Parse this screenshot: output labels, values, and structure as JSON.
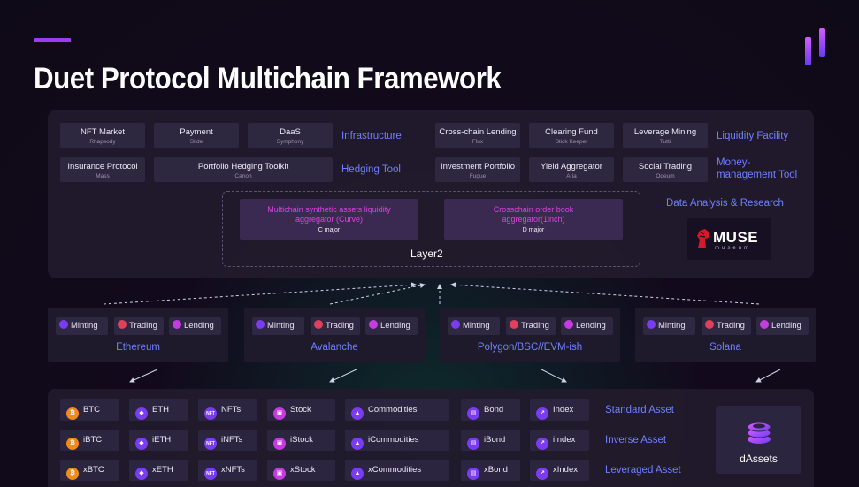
{
  "title": "Duet Protocol Multichain Framework",
  "infrastructure": {
    "label": "Infrastructure",
    "items": [
      {
        "name": "NFT Market",
        "sub": "Rhapsody"
      },
      {
        "name": "Payment",
        "sub": "Slide"
      },
      {
        "name": "DaaS",
        "sub": "Symphony"
      }
    ]
  },
  "hedging": {
    "label": "Hedging Tool",
    "items": [
      {
        "name": "Insurance Protocol",
        "sub": "Mass"
      },
      {
        "name": "Portfolio Hedging Toolkit",
        "sub": "Canon"
      }
    ]
  },
  "liquidity": {
    "label": "Liquidity Facility",
    "items": [
      {
        "name": "Cross-chain Lending",
        "sub": "Flux"
      },
      {
        "name": "Clearing Fund",
        "sub": "Stick Keeper"
      },
      {
        "name": "Leverage Mining",
        "sub": "Tutti"
      }
    ]
  },
  "money_mgmt": {
    "label_line1": "Money-",
    "label_line2": "management Tool",
    "items": [
      {
        "name": "Investment Portfolio",
        "sub": "Fugue"
      },
      {
        "name": "Yield Aggregator",
        "sub": "Aria"
      },
      {
        "name": "Social Trading",
        "sub": "Odeum"
      }
    ]
  },
  "layer2": {
    "label": "Layer2",
    "aggregators": [
      {
        "line1": "Multichain synthetic assets liquidity",
        "line2": "aggregator (Curve)",
        "sub": "C major"
      },
      {
        "line1": "Crosschain order book",
        "line2": "aggregator(1inch)",
        "sub": "D major"
      }
    ]
  },
  "research": {
    "label": "Data Analysis & Research",
    "logo_text": "MUSE",
    "logo_sub": "museum"
  },
  "chains": [
    {
      "name": "Ethereum",
      "actions": [
        "Minting",
        "Trading",
        "Lending"
      ]
    },
    {
      "name": "Avalanche",
      "actions": [
        "Minting",
        "Trading",
        "Lending"
      ]
    },
    {
      "name": "Polygon/BSC//EVM-ish",
      "actions": [
        "Minting",
        "Trading",
        "Lending"
      ]
    },
    {
      "name": "Solana",
      "actions": [
        "Minting",
        "Trading",
        "Lending"
      ]
    }
  ],
  "assets": {
    "rows": [
      {
        "label": "Standard Asset",
        "items": [
          "BTC",
          "ETH",
          "NFTs",
          "Stock",
          "Commodities",
          "Bond",
          "Index"
        ]
      },
      {
        "label": "Inverse Asset",
        "items": [
          "iBTC",
          "iETH",
          "iNFTs",
          "iStock",
          "iCommodities",
          "iBond",
          "iIndex"
        ]
      },
      {
        "label": "Leveraged Asset",
        "items": [
          "xBTC",
          "xETH",
          "xNFTs",
          "xStock",
          "xCommodities",
          "xBond",
          "xIndex"
        ]
      }
    ],
    "icons": [
      "bitcoin-icon",
      "ethereum-icon",
      "nft-icon",
      "stock-icon",
      "commodities-icon",
      "bond-icon",
      "index-icon"
    ],
    "nft_icon_text": "NFT",
    "dassets_label": "dAssets"
  },
  "colors": {
    "accent": "#9c3cf0",
    "category_blue": "#6f80ff",
    "aggregator_magenta": "#e040e8",
    "btc_orange": "#f08a1c",
    "asset_purple": "#7a3cf0",
    "asset_magenta": "#c43ce0"
  }
}
